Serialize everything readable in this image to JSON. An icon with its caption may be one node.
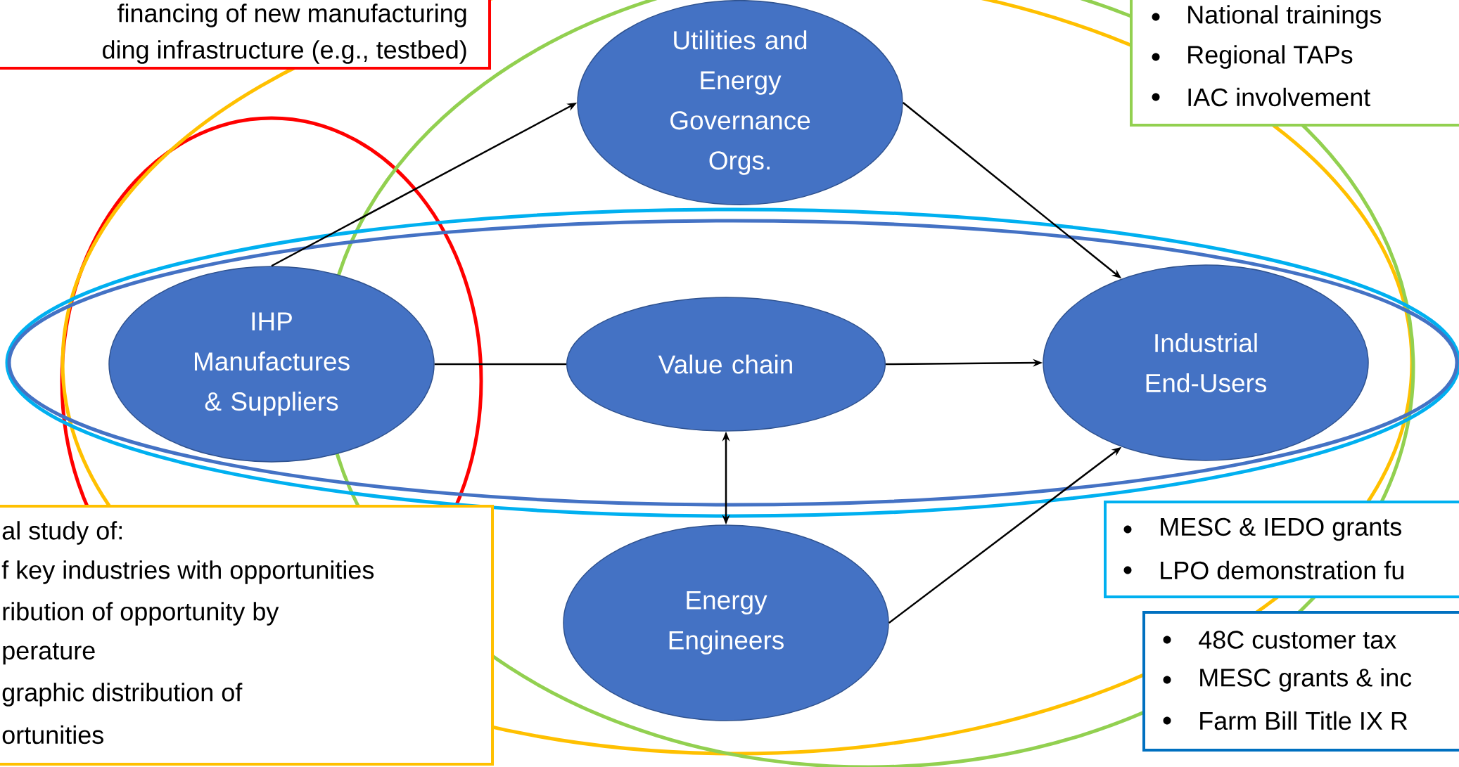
{
  "diagram": {
    "nodes": [
      {
        "text": [
          "financing of new manufacturing",
          "ding infrastructure (e.g., testbed)"
        ]
      },
      {
        "text": [
          "National trainings",
          "Regional TAPs",
          "IAC involvement"
        ]
      },
      {
        "text": [
          "Utilities and Energy Governance Orgs."
        ]
      },
      {
        "text": [
          "IHP Manufactures & Suppliers"
        ]
      },
      {
        "text": [
          "Value chain"
        ]
      },
      {
        "text": [
          "Industrial End-Users"
        ]
      },
      {
        "text": [
          "al study of:",
          "f key industries with opportunities",
          "ribution of opportunity by",
          "perature",
          "graphic distribution of",
          "ortunities"
        ]
      },
      {
        "text": [
          "MESC & IEDO grants",
          "LPO demonstration fu"
        ]
      },
      {
        "text": [
          "Energy Engineers"
        ]
      },
      {
        "text": [
          "48C customer tax",
          "MESC grants & inc",
          "Farm Bill Title IX R"
        ]
      }
    ],
    "edges": [
      {
        "from": 3,
        "to": 2,
        "arrow": "to"
      },
      {
        "from": 2,
        "to": 5,
        "arrow": "to"
      },
      {
        "from": 3,
        "to": 4,
        "arrow": "none"
      },
      {
        "from": 4,
        "to": 5,
        "arrow": "to"
      },
      {
        "from": 8,
        "to": 4,
        "arrow": "both"
      },
      {
        "from": 8,
        "to": 5,
        "arrow": "to"
      }
    ]
  }
}
